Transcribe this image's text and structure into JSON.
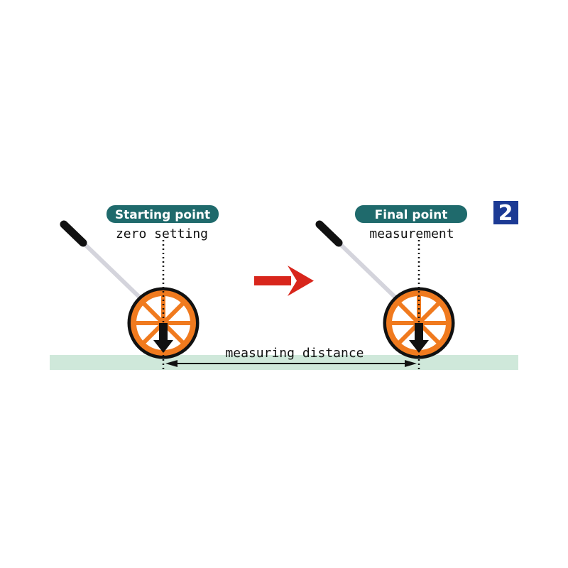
{
  "start": {
    "label": "Starting point",
    "caption": "zero setting"
  },
  "final": {
    "label": "Final point",
    "caption": "measurement"
  },
  "distance_label": "measuring distance",
  "step_badge": "2",
  "colors": {
    "pill": "#1f6a6c",
    "wheel": "#f07a1e",
    "ground": "#cfe8da",
    "arrow": "#d8261c",
    "badge": "#1c3a94"
  }
}
